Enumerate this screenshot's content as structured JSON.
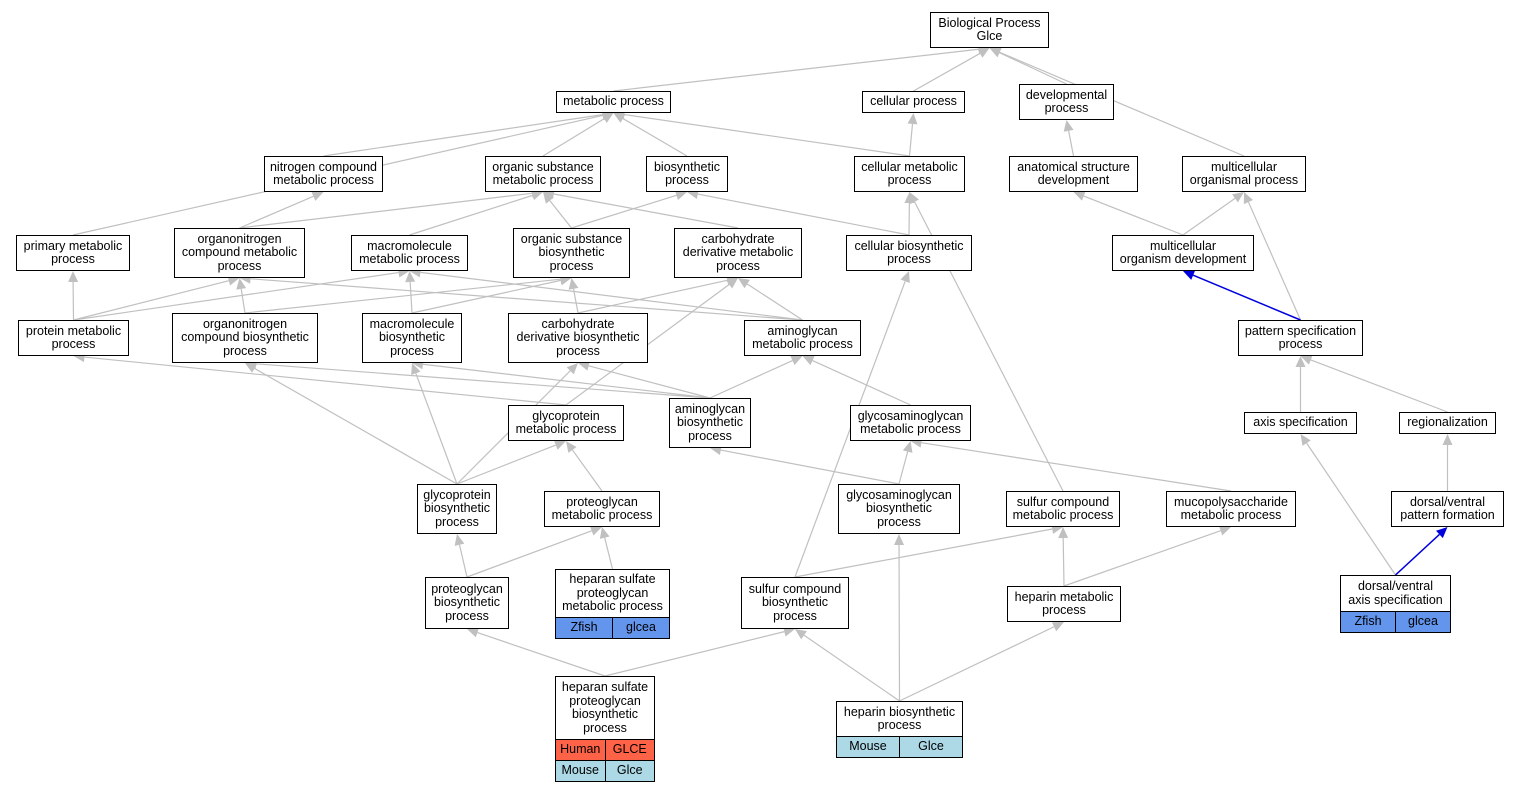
{
  "colors": {
    "edge": "#c0c0c0",
    "highlight_edge": "#0000dd",
    "human": "#ff6347",
    "zfish": "#6495ed",
    "mouse": "#add8e6"
  },
  "nodes": {
    "root": {
      "lines": [
        "Biological Process",
        "Glce"
      ]
    },
    "metabolic": {
      "lines": [
        "metabolic process"
      ]
    },
    "cellular": {
      "lines": [
        "cellular process"
      ]
    },
    "developmental": {
      "lines": [
        "developmental",
        "process"
      ]
    },
    "nitrogen": {
      "lines": [
        "nitrogen compound",
        "metabolic process"
      ]
    },
    "organic_met": {
      "lines": [
        "organic substance",
        "metabolic process"
      ]
    },
    "biosynthetic": {
      "lines": [
        "biosynthetic",
        "process"
      ]
    },
    "cell_met": {
      "lines": [
        "cellular metabolic",
        "process"
      ]
    },
    "anat": {
      "lines": [
        "anatomical structure",
        "development"
      ]
    },
    "multi_org": {
      "lines": [
        "multicellular",
        "organismal process"
      ]
    },
    "primary": {
      "lines": [
        "primary metabolic",
        "process"
      ]
    },
    "orgN_met": {
      "lines": [
        "organonitrogen",
        "compound metabolic",
        "process"
      ]
    },
    "macro_met": {
      "lines": [
        "macromolecule",
        "metabolic process"
      ]
    },
    "organic_bio": {
      "lines": [
        "organic substance",
        "biosynthetic",
        "process"
      ]
    },
    "carb_met": {
      "lines": [
        "carbohydrate",
        "derivative metabolic",
        "process"
      ]
    },
    "cell_bio": {
      "lines": [
        "cellular biosynthetic",
        "process"
      ]
    },
    "multi_dev": {
      "lines": [
        "multicellular",
        "organism development"
      ]
    },
    "protein_met": {
      "lines": [
        "protein metabolic",
        "process"
      ]
    },
    "orgN_bio": {
      "lines": [
        "organonitrogen",
        "compound biosynthetic",
        "process"
      ]
    },
    "macro_bio": {
      "lines": [
        "macromolecule",
        "biosynthetic",
        "process"
      ]
    },
    "carb_bio": {
      "lines": [
        "carbohydrate",
        "derivative biosynthetic",
        "process"
      ]
    },
    "amino_met": {
      "lines": [
        "aminoglycan",
        "metabolic process"
      ]
    },
    "pattern": {
      "lines": [
        "pattern specification",
        "process"
      ]
    },
    "glycoprot_met": {
      "lines": [
        "glycoprotein",
        "metabolic process"
      ]
    },
    "amino_bio": {
      "lines": [
        "aminoglycan",
        "biosynthetic",
        "process"
      ]
    },
    "gag_met": {
      "lines": [
        "glycosaminoglycan",
        "metabolic process"
      ]
    },
    "axis": {
      "lines": [
        "axis specification"
      ]
    },
    "region": {
      "lines": [
        "regionalization"
      ]
    },
    "glycoprot_bio": {
      "lines": [
        "glycoprotein",
        "biosynthetic",
        "process"
      ]
    },
    "pg_met": {
      "lines": [
        "proteoglycan",
        "metabolic process"
      ]
    },
    "gag_bio": {
      "lines": [
        "glycosaminoglycan",
        "biosynthetic",
        "process"
      ]
    },
    "sulfur_met": {
      "lines": [
        "sulfur compound",
        "metabolic process"
      ]
    },
    "mucopoly": {
      "lines": [
        "mucopolysaccharide",
        "metabolic process"
      ]
    },
    "dv_pattern": {
      "lines": [
        "dorsal/ventral",
        "pattern formation"
      ]
    },
    "pg_bio": {
      "lines": [
        "proteoglycan",
        "biosynthetic",
        "process"
      ]
    },
    "hs_pg_met": {
      "lines": [
        "heparan sulfate",
        "proteoglycan",
        "metabolic process"
      ],
      "rows": [
        [
          "Zfish",
          "glcea"
        ]
      ]
    },
    "sulfur_bio": {
      "lines": [
        "sulfur compound",
        "biosynthetic",
        "process"
      ]
    },
    "heparin_met": {
      "lines": [
        "heparin metabolic",
        "process"
      ]
    },
    "dv_axis": {
      "lines": [
        "dorsal/ventral",
        "axis specification"
      ],
      "rows": [
        [
          "Zfish",
          "glcea"
        ]
      ]
    },
    "hs_pg_bio": {
      "lines": [
        "heparan sulfate",
        "proteoglycan",
        "biosynthetic",
        "process"
      ],
      "rows": [
        [
          "Human",
          "GLCE"
        ],
        [
          "Mouse",
          "Glce"
        ]
      ]
    },
    "heparin_bio": {
      "lines": [
        "heparin biosynthetic",
        "process"
      ],
      "rows": [
        [
          "Mouse",
          "Glce"
        ]
      ]
    }
  },
  "edges": [
    {
      "from": "metabolic",
      "to": "root"
    },
    {
      "from": "cellular",
      "to": "root"
    },
    {
      "from": "developmental",
      "to": "root"
    },
    {
      "from": "multi_org",
      "to": "root"
    },
    {
      "from": "nitrogen",
      "to": "metabolic"
    },
    {
      "from": "organic_met",
      "to": "metabolic"
    },
    {
      "from": "biosynthetic",
      "to": "metabolic"
    },
    {
      "from": "cell_met",
      "to": "metabolic"
    },
    {
      "from": "primary",
      "to": "metabolic"
    },
    {
      "from": "cell_met",
      "to": "cellular"
    },
    {
      "from": "anat",
      "to": "developmental"
    },
    {
      "from": "orgN_met",
      "to": "nitrogen"
    },
    {
      "from": "orgN_met",
      "to": "organic_met"
    },
    {
      "from": "macro_met",
      "to": "organic_met"
    },
    {
      "from": "organic_bio",
      "to": "organic_met"
    },
    {
      "from": "carb_met",
      "to": "organic_met"
    },
    {
      "from": "organic_bio",
      "to": "biosynthetic"
    },
    {
      "from": "cell_bio",
      "to": "biosynthetic"
    },
    {
      "from": "cell_bio",
      "to": "cell_met"
    },
    {
      "from": "sulfur_met",
      "to": "cell_met"
    },
    {
      "from": "multi_dev",
      "to": "anat"
    },
    {
      "from": "multi_dev",
      "to": "multi_org"
    },
    {
      "from": "pattern",
      "to": "multi_org"
    },
    {
      "from": "protein_met",
      "to": "primary"
    },
    {
      "from": "protein_met",
      "to": "orgN_met"
    },
    {
      "from": "orgN_bio",
      "to": "orgN_met"
    },
    {
      "from": "amino_met",
      "to": "orgN_met"
    },
    {
      "from": "protein_met",
      "to": "macro_met"
    },
    {
      "from": "macro_bio",
      "to": "macro_met"
    },
    {
      "from": "amino_met",
      "to": "macro_met"
    },
    {
      "from": "orgN_bio",
      "to": "organic_bio"
    },
    {
      "from": "macro_bio",
      "to": "organic_bio"
    },
    {
      "from": "carb_bio",
      "to": "organic_bio"
    },
    {
      "from": "carb_bio",
      "to": "carb_met"
    },
    {
      "from": "amino_met",
      "to": "carb_met"
    },
    {
      "from": "glycoprot_met",
      "to": "carb_met"
    },
    {
      "from": "sulfur_bio",
      "to": "cell_bio"
    },
    {
      "from": "pattern",
      "to": "multi_dev",
      "highlight": true
    },
    {
      "from": "glycoprot_met",
      "to": "protein_met"
    },
    {
      "from": "amino_bio",
      "to": "orgN_bio"
    },
    {
      "from": "glycoprot_bio",
      "to": "orgN_bio"
    },
    {
      "from": "amino_bio",
      "to": "macro_bio"
    },
    {
      "from": "glycoprot_bio",
      "to": "macro_bio"
    },
    {
      "from": "amino_bio",
      "to": "carb_bio"
    },
    {
      "from": "glycoprot_bio",
      "to": "carb_bio"
    },
    {
      "from": "amino_bio",
      "to": "amino_met"
    },
    {
      "from": "gag_met",
      "to": "amino_met"
    },
    {
      "from": "axis",
      "to": "pattern"
    },
    {
      "from": "region",
      "to": "pattern"
    },
    {
      "from": "glycoprot_bio",
      "to": "glycoprot_met"
    },
    {
      "from": "pg_met",
      "to": "glycoprot_met"
    },
    {
      "from": "gag_bio",
      "to": "amino_bio"
    },
    {
      "from": "gag_bio",
      "to": "gag_met"
    },
    {
      "from": "mucopoly",
      "to": "gag_met"
    },
    {
      "from": "dv_axis",
      "to": "axis"
    },
    {
      "from": "dv_pattern",
      "to": "region"
    },
    {
      "from": "pg_bio",
      "to": "glycoprot_bio"
    },
    {
      "from": "pg_bio",
      "to": "pg_met"
    },
    {
      "from": "hs_pg_met",
      "to": "pg_met"
    },
    {
      "from": "sulfur_bio",
      "to": "sulfur_met"
    },
    {
      "from": "heparin_met",
      "to": "sulfur_met"
    },
    {
      "from": "heparin_met",
      "to": "mucopoly"
    },
    {
      "from": "dv_axis",
      "to": "dv_pattern",
      "highlight": true
    },
    {
      "from": "hs_pg_bio",
      "to": "pg_bio"
    },
    {
      "from": "hs_pg_bio",
      "to": "sulfur_bio"
    },
    {
      "from": "heparin_bio",
      "to": "sulfur_bio"
    },
    {
      "from": "heparin_bio",
      "to": "gag_bio"
    },
    {
      "from": "heparin_bio",
      "to": "heparin_met"
    }
  ]
}
